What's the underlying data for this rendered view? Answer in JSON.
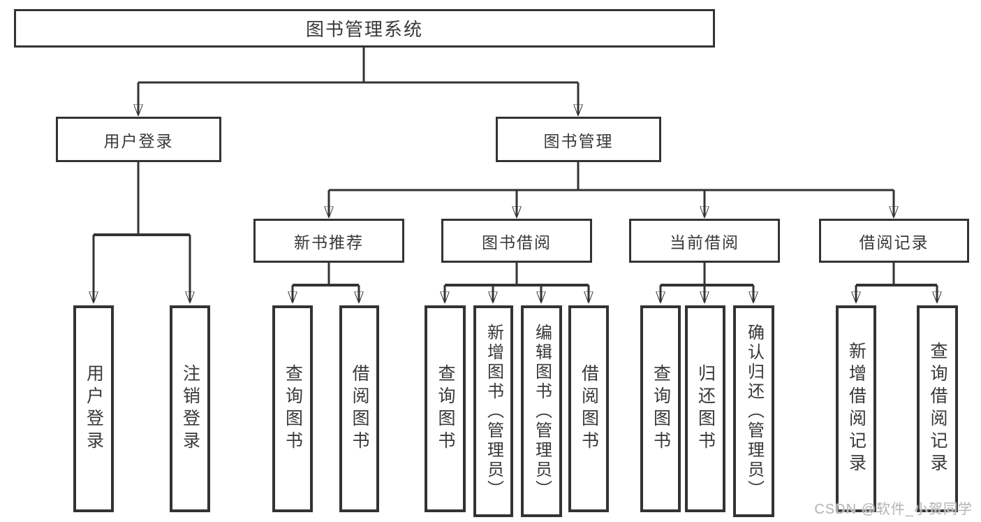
{
  "root": {
    "label": "图书管理系统"
  },
  "level2": {
    "user_login": {
      "label": "用户登录"
    },
    "book_mgmt": {
      "label": "图书管理"
    }
  },
  "level3": {
    "new_books": {
      "label": "新书推荐"
    },
    "borrowing": {
      "label": "图书借阅"
    },
    "current": {
      "label": "当前借阅"
    },
    "records": {
      "label": "借阅记录"
    }
  },
  "leaves": {
    "user_login": [
      "用户登录",
      "注销登录"
    ],
    "new_books": [
      "查询图书",
      "借阅图书"
    ],
    "borrowing": [
      "查询图书",
      "新增图书（管理员）",
      "编辑图书（管理员）",
      "借阅图书"
    ],
    "current": [
      "查询图书",
      "归还图书",
      "确认归还（管理员）"
    ],
    "records": [
      "新增借阅记录",
      "查询借阅记录"
    ]
  },
  "watermark": {
    "text": "CSDN @软件_小贺同学",
    "color": "#b2b2b2"
  },
  "colors": {
    "line": "#333333",
    "border": "#333333",
    "text": "#383838",
    "background": "#ffffff"
  }
}
